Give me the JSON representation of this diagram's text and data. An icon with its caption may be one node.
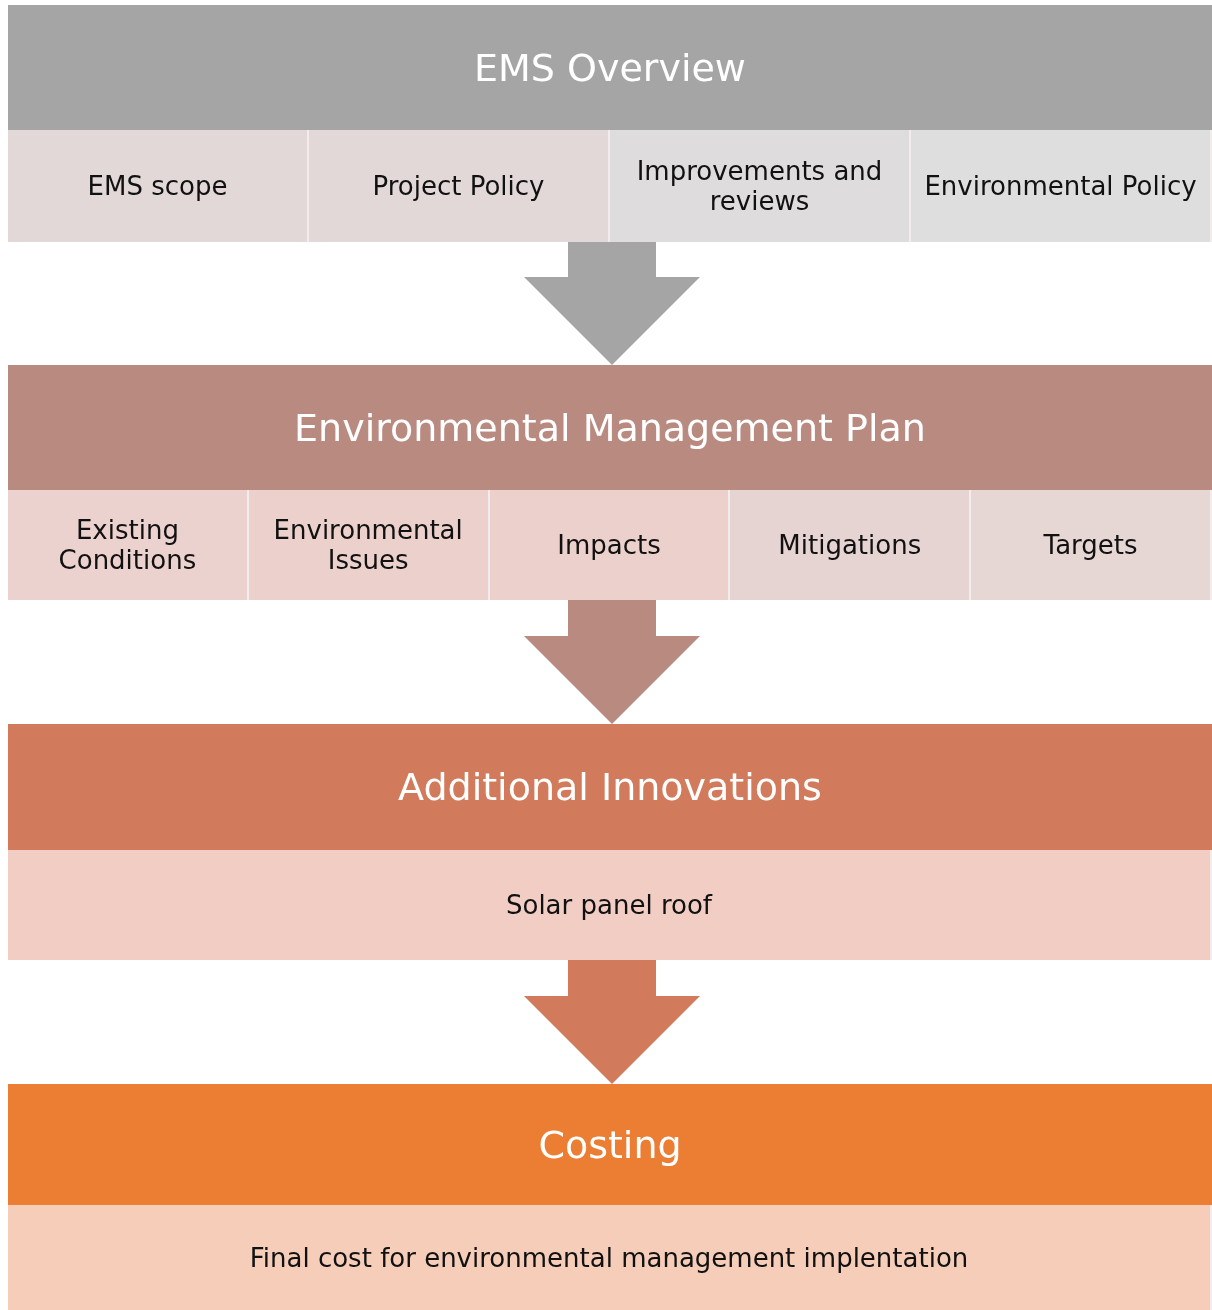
{
  "diagram": {
    "nodes": [
      {
        "text": [
          "EMS Overview"
        ]
      },
      {
        "text": [
          "EMS scope"
        ],
        "in": 0
      },
      {
        "text": [
          "Project Policy"
        ],
        "in": 0
      },
      {
        "text": [
          "Improvements and reviews"
        ],
        "in": 0
      },
      {
        "text": [
          "Environmental Policy"
        ],
        "in": 0
      },
      {
        "text": [
          "Environmental Management Plan"
        ]
      },
      {
        "text": [
          "Existing Conditions"
        ],
        "in": 5
      },
      {
        "text": [
          "Environmental Issues"
        ],
        "in": 5
      },
      {
        "text": [
          "Impacts"
        ],
        "in": 5
      },
      {
        "text": [
          "Mitigations"
        ],
        "in": 5
      },
      {
        "text": [
          "Targets"
        ],
        "in": 5
      },
      {
        "text": [
          "Additional Innovations"
        ]
      },
      {
        "text": [
          "Solar panel roof"
        ],
        "in": 11
      },
      {
        "text": [
          "Costing"
        ]
      },
      {
        "text": [
          "Final cost for environmental management implentation"
        ],
        "in": 13
      }
    ],
    "edges": [
      {
        "from": 0,
        "to": 5,
        "arrow": "to",
        "color": "#a5a5a5"
      },
      {
        "from": 5,
        "to": 11,
        "arrow": "to",
        "color": "#b98a80"
      },
      {
        "from": 11,
        "to": 13,
        "arrow": "to",
        "color": "#d17b5c"
      }
    ]
  }
}
